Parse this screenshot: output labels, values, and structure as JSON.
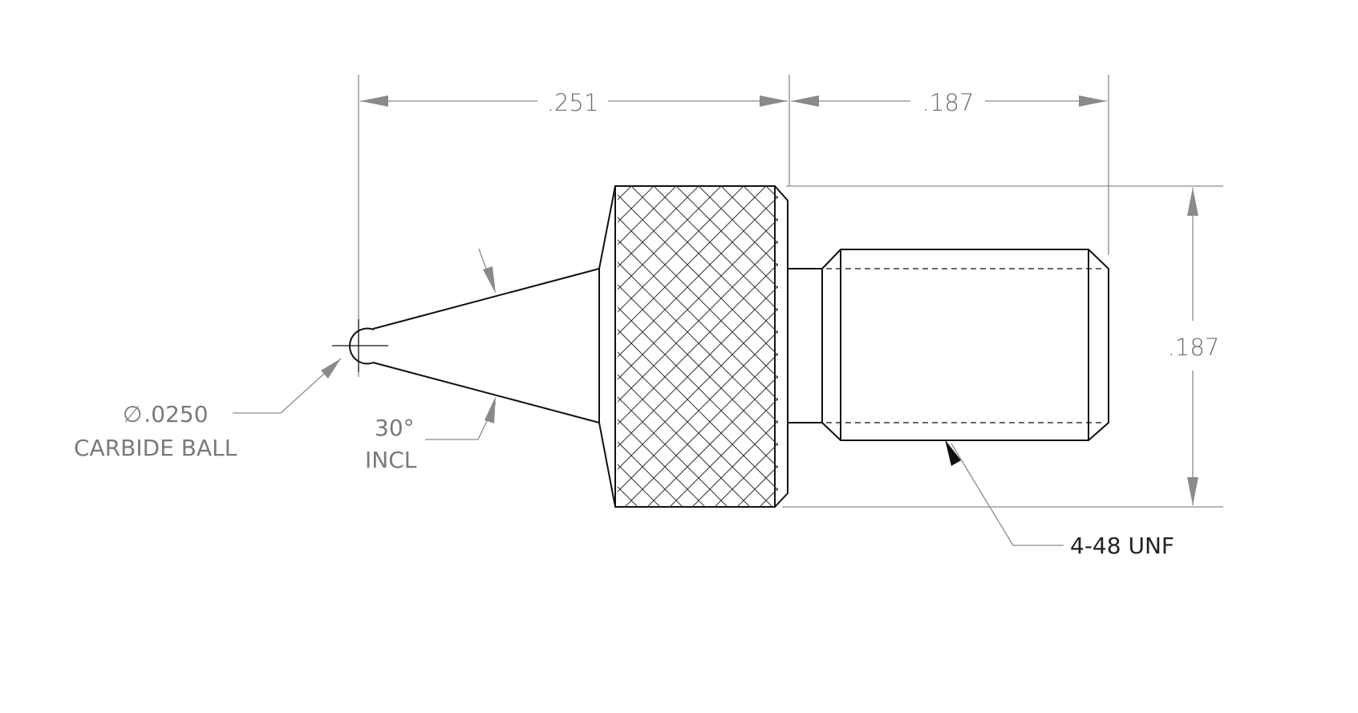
{
  "dimensions": {
    "probe_length": ".251",
    "thread_length": ".187",
    "body_diameter": ".187"
  },
  "callouts": {
    "ball_diameter_symbol": "∅",
    "ball_diameter": ".0250",
    "ball_material": "CARBIDE BALL",
    "cone_angle": "30°",
    "cone_angle_note": "INCL",
    "thread_spec": "4-48 UNF"
  },
  "colors": {
    "outline": "#111111",
    "dimension": "#7a7a7a",
    "background": "#ffffff"
  }
}
